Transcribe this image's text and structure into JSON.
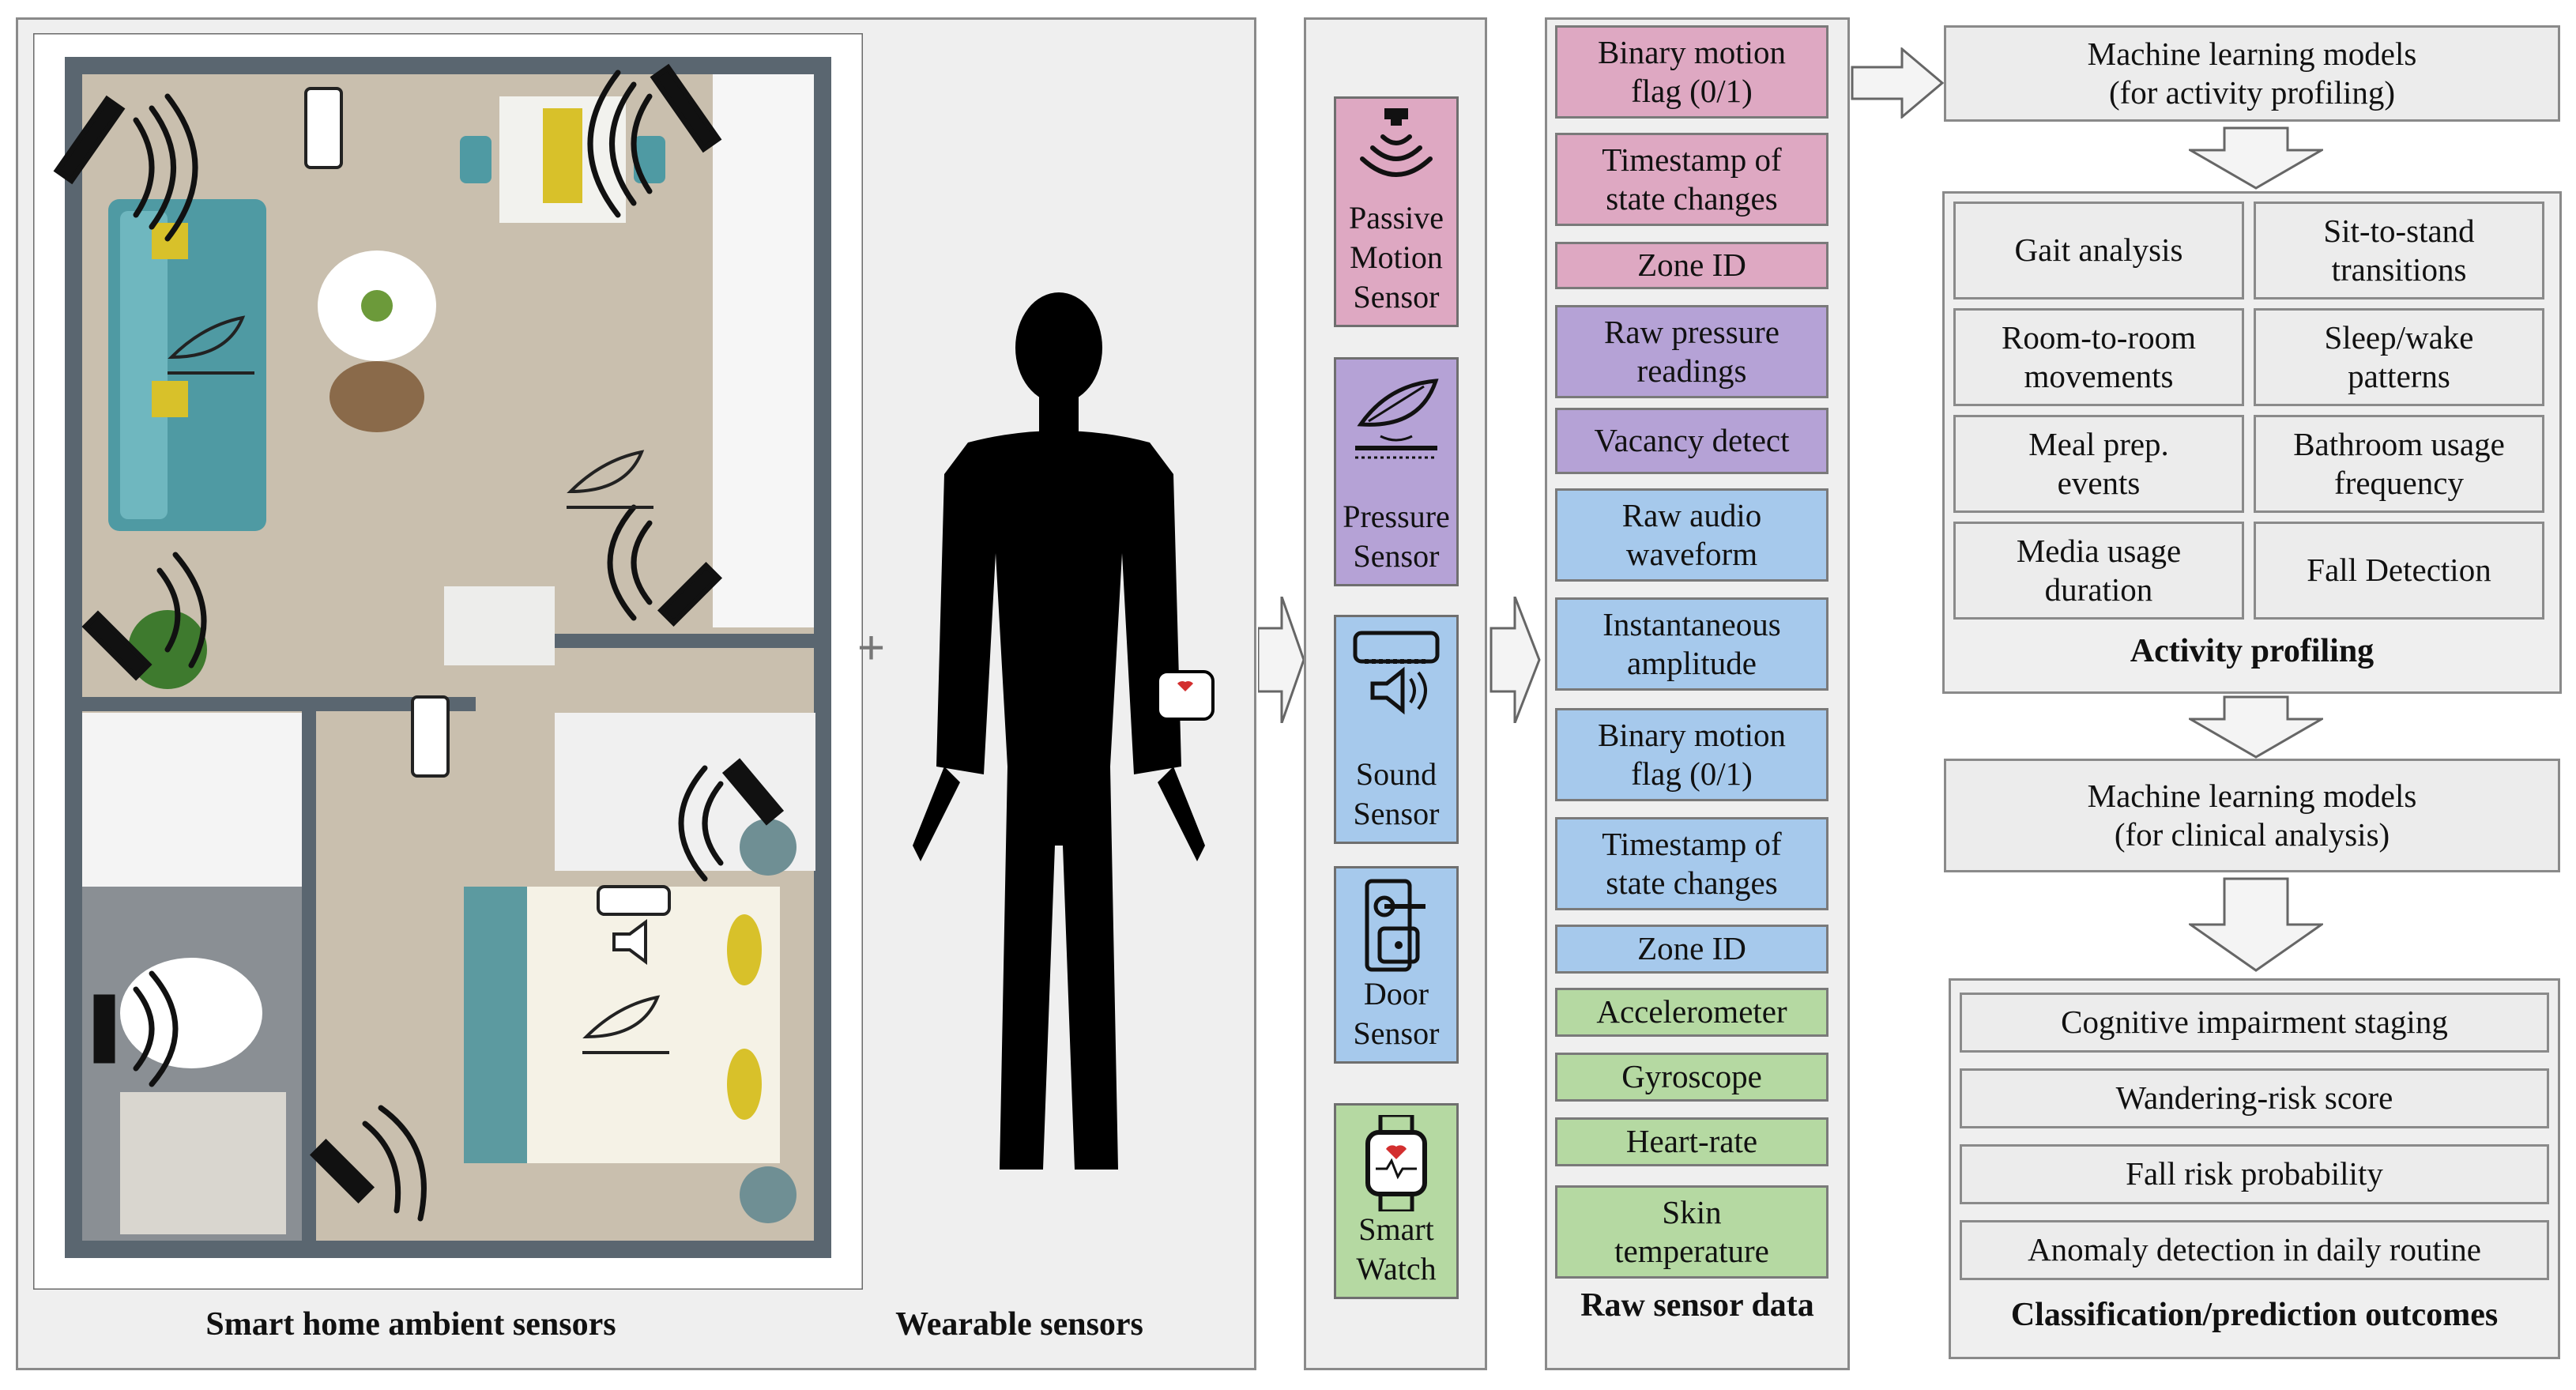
{
  "captions": {
    "ambient": "Smart home ambient sensors",
    "wearable": "Wearable sensors",
    "raw": "Raw sensor data",
    "activity": "Activity profiling",
    "outcomes": "Classification/prediction outcomes"
  },
  "plus": "+",
  "sensors": [
    {
      "label": "Passive\nMotion\nSensor",
      "icon": "motion-sensor-icon",
      "color": "#dea8c2"
    },
    {
      "label": "Pressure\nSensor",
      "icon": "pressure-sensor-icon",
      "color": "#b5a2d6"
    },
    {
      "label": "Sound\nSensor",
      "icon": "sound-sensor-icon",
      "color": "#a6c9ec"
    },
    {
      "label": "Door\nSensor",
      "icon": "door-sensor-icon",
      "color": "#a6c9ec"
    },
    {
      "label": "Smart\nWatch",
      "icon": "smart-watch-icon",
      "color": "#b5d9a2"
    }
  ],
  "raw_data": [
    {
      "label": "Binary motion\nflag (0/1)",
      "group": "pink"
    },
    {
      "label": "Timestamp of\nstate changes",
      "group": "pink"
    },
    {
      "label": "Zone ID",
      "group": "pink"
    },
    {
      "label": "Raw pressure\nreadings",
      "group": "purple"
    },
    {
      "label": "Vacancy detect",
      "group": "purple"
    },
    {
      "label": "Raw audio\nwaveform",
      "group": "blue"
    },
    {
      "label": "Instantaneous\namplitude",
      "group": "blue"
    },
    {
      "label": "Binary motion\nflag (0/1)",
      "group": "blue"
    },
    {
      "label": "Timestamp of\nstate changes",
      "group": "blue"
    },
    {
      "label": "Zone ID",
      "group": "blue"
    },
    {
      "label": "Accelerometer",
      "group": "green"
    },
    {
      "label": "Gyroscope",
      "group": "green"
    },
    {
      "label": "Heart-rate",
      "group": "green"
    },
    {
      "label": "Skin\ntemperature",
      "group": "green"
    }
  ],
  "ml_activity": "Machine learning models\n(for activity profiling)",
  "activities": [
    "Gait analysis",
    "Sit-to-stand\ntransitions",
    "Room-to-room\nmovements",
    "Sleep/wake\npatterns",
    "Meal prep.\nevents",
    "Bathroom usage\nfrequency",
    "Media usage\nduration",
    "Fall Detection"
  ],
  "ml_clinical": "Machine learning models\n(for clinical analysis)",
  "outcomes": [
    "Cognitive impairment staging",
    "Wandering-risk score",
    "Fall risk probability",
    "Anomaly detection in daily routine"
  ],
  "colors": {
    "pink": "#dea8c2",
    "purple": "#b5a2d6",
    "blue": "#a6c9ec",
    "green": "#b5d9a2",
    "panel": "#efefef"
  }
}
